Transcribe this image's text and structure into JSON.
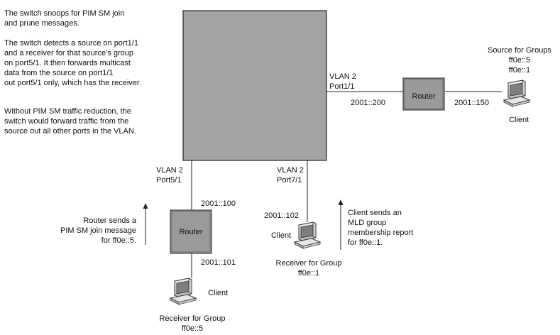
{
  "notes": [
    [
      "The switch snoops for PIM SM join",
      "and prune messages."
    ],
    [
      "The switch detects a source on port1/1",
      "and a receiver for that source’s group",
      "on port5/1. It then forwards multicast",
      "data from the source on port1/1",
      "out port5/1 only, which has the receiver."
    ],
    [
      "Without PIM SM traffic reduction, the",
      "switch would forward traffic from the",
      "source out all other ports in the VLAN."
    ]
  ],
  "right": {
    "vlan": "VLAN 2",
    "port": "Port1/1",
    "switch_addr": "2001::200",
    "router_label": "Router",
    "router_addr": "2001::150",
    "source_title": "Source for Groups",
    "source_groups": [
      "ff0e::5",
      "ff0e::1"
    ],
    "client_label": "Client"
  },
  "left": {
    "vlan": "VLAN 2",
    "port": "Port5/1",
    "router_addr_top": "2001::100",
    "router_label": "Router",
    "router_addr_bottom": "2001::101",
    "client_label": "Client",
    "receiver_title": "Receiver for Group",
    "receiver_group": "ff0e::5",
    "arrow_note": [
      "Router sends a",
      "PIM SM join message",
      "for ff0e::5."
    ]
  },
  "middle": {
    "vlan": "VLAN 2",
    "port": "Port7/1",
    "client_addr": "2001::102",
    "client_label": "Client",
    "receiver_title": "Receiver for Group",
    "receiver_group": "ff0e::1",
    "arrow_note": [
      "Client sends an",
      "MLD group",
      "membership report",
      "for ff0e::1."
    ]
  },
  "colors": {
    "switch_fill": "#a3a3a3",
    "router_fill": "#9a9a9a",
    "line": "#222222"
  }
}
